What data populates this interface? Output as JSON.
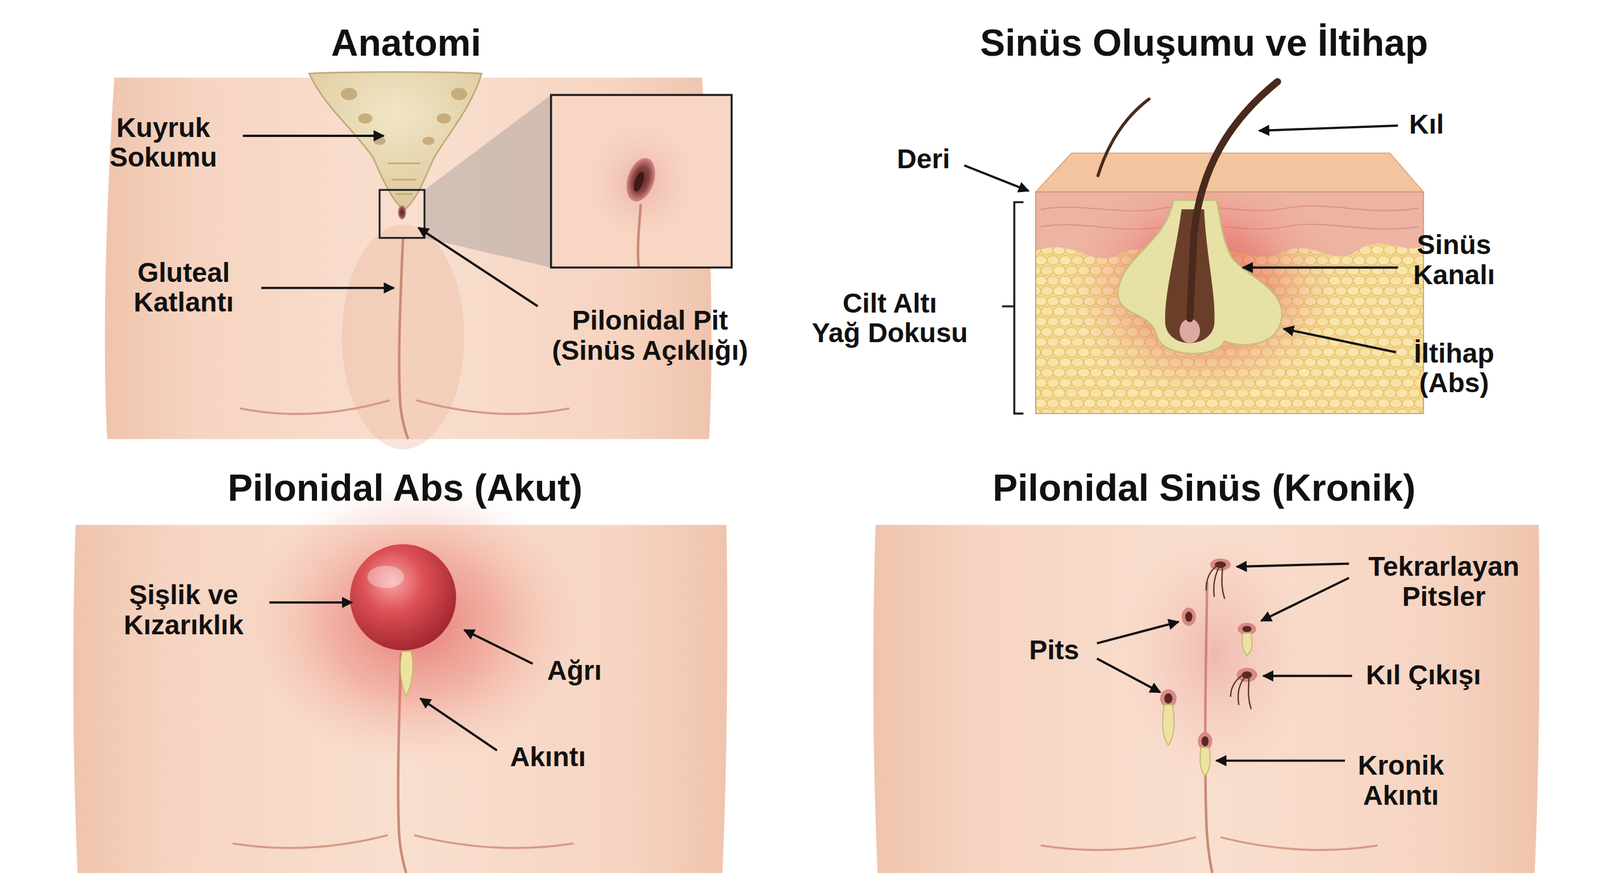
{
  "diagram": {
    "labels": [
      "Anatomi",
      "Kuyruk Sokumu",
      "Gluteal Katlantı",
      "Pilonidal Pit (Sinüs Açıklığı)",
      "Sinüs Oluşumu ve İltihap",
      "Deri",
      "Kıl",
      "Cilt Altı Yağ Dokusu",
      "Sinüs Kanalı",
      "İltihap (Abs)",
      "Pilonidal Abs (Akut)",
      "Şişlik ve Kızarıklık",
      "Ağrı",
      "Akıntı",
      "Pilonidal Sinüs (Kronik)",
      "Tekrarlayan Pitsler",
      "Pits",
      "Kıl Çıkışı",
      "Kronik Akıntı"
    ]
  }
}
